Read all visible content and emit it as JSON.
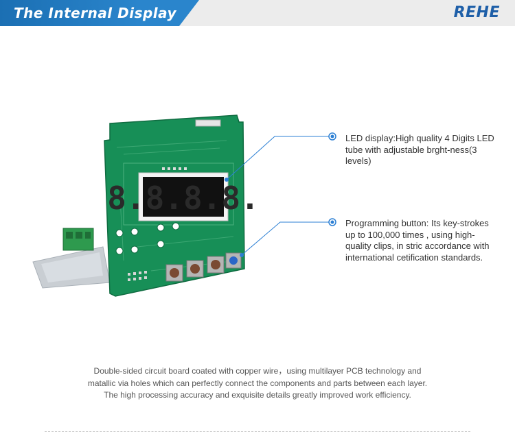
{
  "header": {
    "title": "The Internal Display",
    "brand": "REHE"
  },
  "display": {
    "digits": "8.8.8.8."
  },
  "callouts": {
    "led_display": "LED display:High quality 4 Digits LED tube with adjustable brght-ness(3 levels)",
    "programming_button": "Programming button:  Its key-strokes up to 100,000 times , using high-quality clips, in stric accordance with international cetification standards."
  },
  "caption": {
    "line1": "Double-sided circuit board coated with copper wire，using multilayer PCB technology and",
    "line2": "matallic via holes which can perfectly connect the components and parts between each layer.",
    "line3": "The high processing accuracy and exquisite details greatly improved work efficiency."
  },
  "colors": {
    "header_blue": "#2a85cc",
    "brand_blue": "#1e5fa8",
    "pcb_green": "#178f57",
    "callout_blue": "#2b7fd4"
  }
}
